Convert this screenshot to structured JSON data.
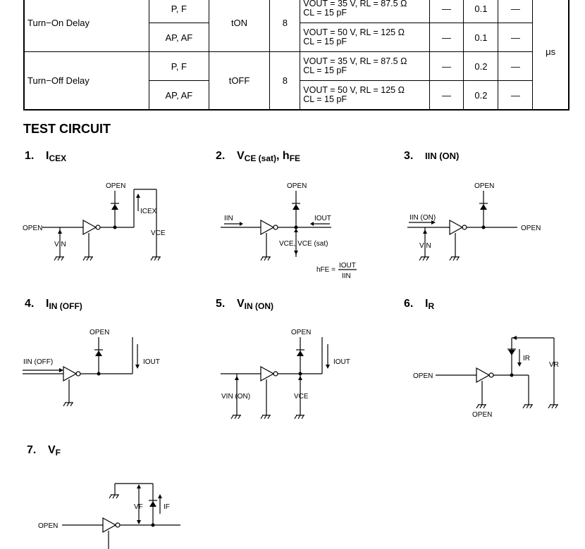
{
  "table": {
    "rows": [
      {
        "parameter": "Turn−On Delay",
        "symbol": "tON",
        "circuit": "8",
        "subrows": [
          {
            "type": "P, F",
            "cond1": "VOUT = 35 V, RL = 87.5 Ω",
            "cond2": "CL = 15 pF",
            "min": "—",
            "typ": "0.1",
            "max": "—"
          },
          {
            "type": "AP, AF",
            "cond1": "VOUT = 50 V, RL = 125 Ω",
            "cond2": "CL = 15 pF",
            "min": "—",
            "typ": "0.1",
            "max": "—"
          }
        ]
      },
      {
        "parameter": "Turn−Off Delay",
        "symbol": "tOFF",
        "circuit": "8",
        "subrows": [
          {
            "type": "P, F",
            "cond1": "VOUT = 35 V, RL = 87.5 Ω",
            "cond2": "CL = 15 pF",
            "min": "—",
            "typ": "0.2",
            "max": "—"
          },
          {
            "type": "AP, AF",
            "cond1": "VOUT = 50 V, RL = 125 Ω",
            "cond2": "CL = 15 pF",
            "min": "—",
            "typ": "0.2",
            "max": "—"
          }
        ]
      }
    ],
    "unit": "μs"
  },
  "section_title": "TEST CIRCUIT",
  "circuits": [
    {
      "num": "1.",
      "title": "I",
      "sub": "CEX"
    },
    {
      "num": "2.",
      "title": "V",
      "sub": "CE (sat)",
      "title2": ", h",
      "sub2": "FE"
    },
    {
      "num": "3.",
      "title": "IIN (ON)"
    },
    {
      "num": "4.",
      "title": "I",
      "sub": "IN (OFF)"
    },
    {
      "num": "5.",
      "title": "V",
      "sub": "IN (ON)"
    },
    {
      "num": "6.",
      "title": "I",
      "sub": "R"
    },
    {
      "num": "7.",
      "title": "V",
      "sub": "F"
    }
  ],
  "labels": {
    "open": "OPEN",
    "c1": {
      "icex": "ICEX",
      "vin": "VIN",
      "vce": "VCE"
    },
    "c2": {
      "iin": "IIN",
      "iout": "IOUT",
      "vce_sat": "VCE, VCE (sat)",
      "hfe": "hFE =",
      "hfe_num": "IOUT",
      "hfe_den": "IIN"
    },
    "c3": {
      "iin_on": "IIN (ON)",
      "vin": "VIN"
    },
    "c4": {
      "iin_off": "IIN (OFF)",
      "iout": "IOUT"
    },
    "c5": {
      "vin_on": "VIN (ON)",
      "iout": "IOUT",
      "vce": "VCE"
    },
    "c6": {
      "ir": "IR",
      "vr": "VR"
    },
    "c7": {
      "vf": "VF",
      "if": "IF"
    }
  }
}
